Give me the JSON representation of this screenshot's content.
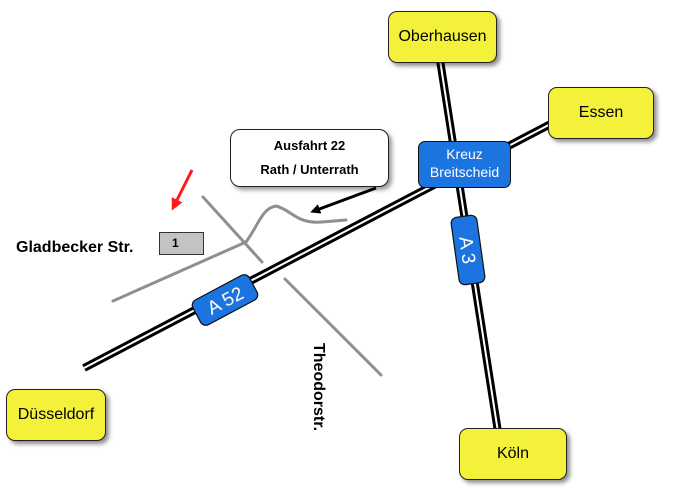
{
  "cities": {
    "oberhausen": "Oberhausen",
    "essen": "Essen",
    "duesseldorf": "Düsseldorf",
    "koeln": "Köln"
  },
  "interchange": {
    "line1": "Kreuz",
    "line2": "Breitscheid"
  },
  "highways": {
    "a52": "A 52",
    "a3": "A 3"
  },
  "exit_callout": {
    "line1": "Ausfahrt 22",
    "line2": "Rath / Unterrath"
  },
  "streets": {
    "gladbecker": "Gladbecker Str.",
    "theodor": "Theodorstr."
  },
  "exit_marker": "1",
  "colors": {
    "city_fill": "#f4f13a",
    "badge_blue": "#1b74e0",
    "road_gray": "#8f8f8f",
    "pointer_red": "#ff1a1a"
  }
}
